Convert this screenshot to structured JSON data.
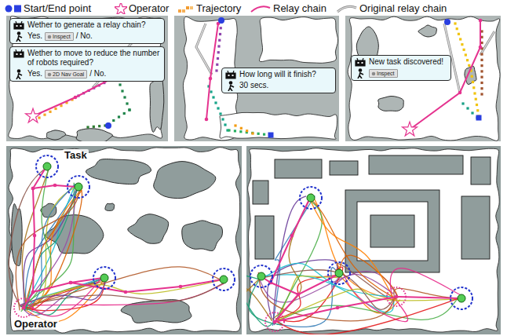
{
  "diagram": {
    "nodes": [
      {
        "text": [
          "Wether to generate a relay chain?",
          "Yes.",
          "/ No."
        ]
      },
      {
        "text": [
          "Inspect"
        ],
        "in": 0
      },
      {
        "text": [
          "Wether to move to reduce the number of robots required?",
          "Yes.",
          "/ No."
        ]
      },
      {
        "text": [
          "2D Nav Goal"
        ],
        "in": 2
      },
      {
        "text": [
          "How long will it finish?",
          "30 secs."
        ]
      },
      {
        "text": [
          "New task discovered!"
        ]
      },
      {
        "text": [
          "Inspect"
        ],
        "in": 5
      }
    ],
    "labels": [
      "Task",
      "Operator"
    ],
    "legend": [
      {
        "text": "Start/End point"
      },
      {
        "text": "Operator"
      },
      {
        "text": "Trajectory"
      },
      {
        "text": "Relay chain"
      },
      {
        "text": "Original relay chain"
      }
    ]
  }
}
